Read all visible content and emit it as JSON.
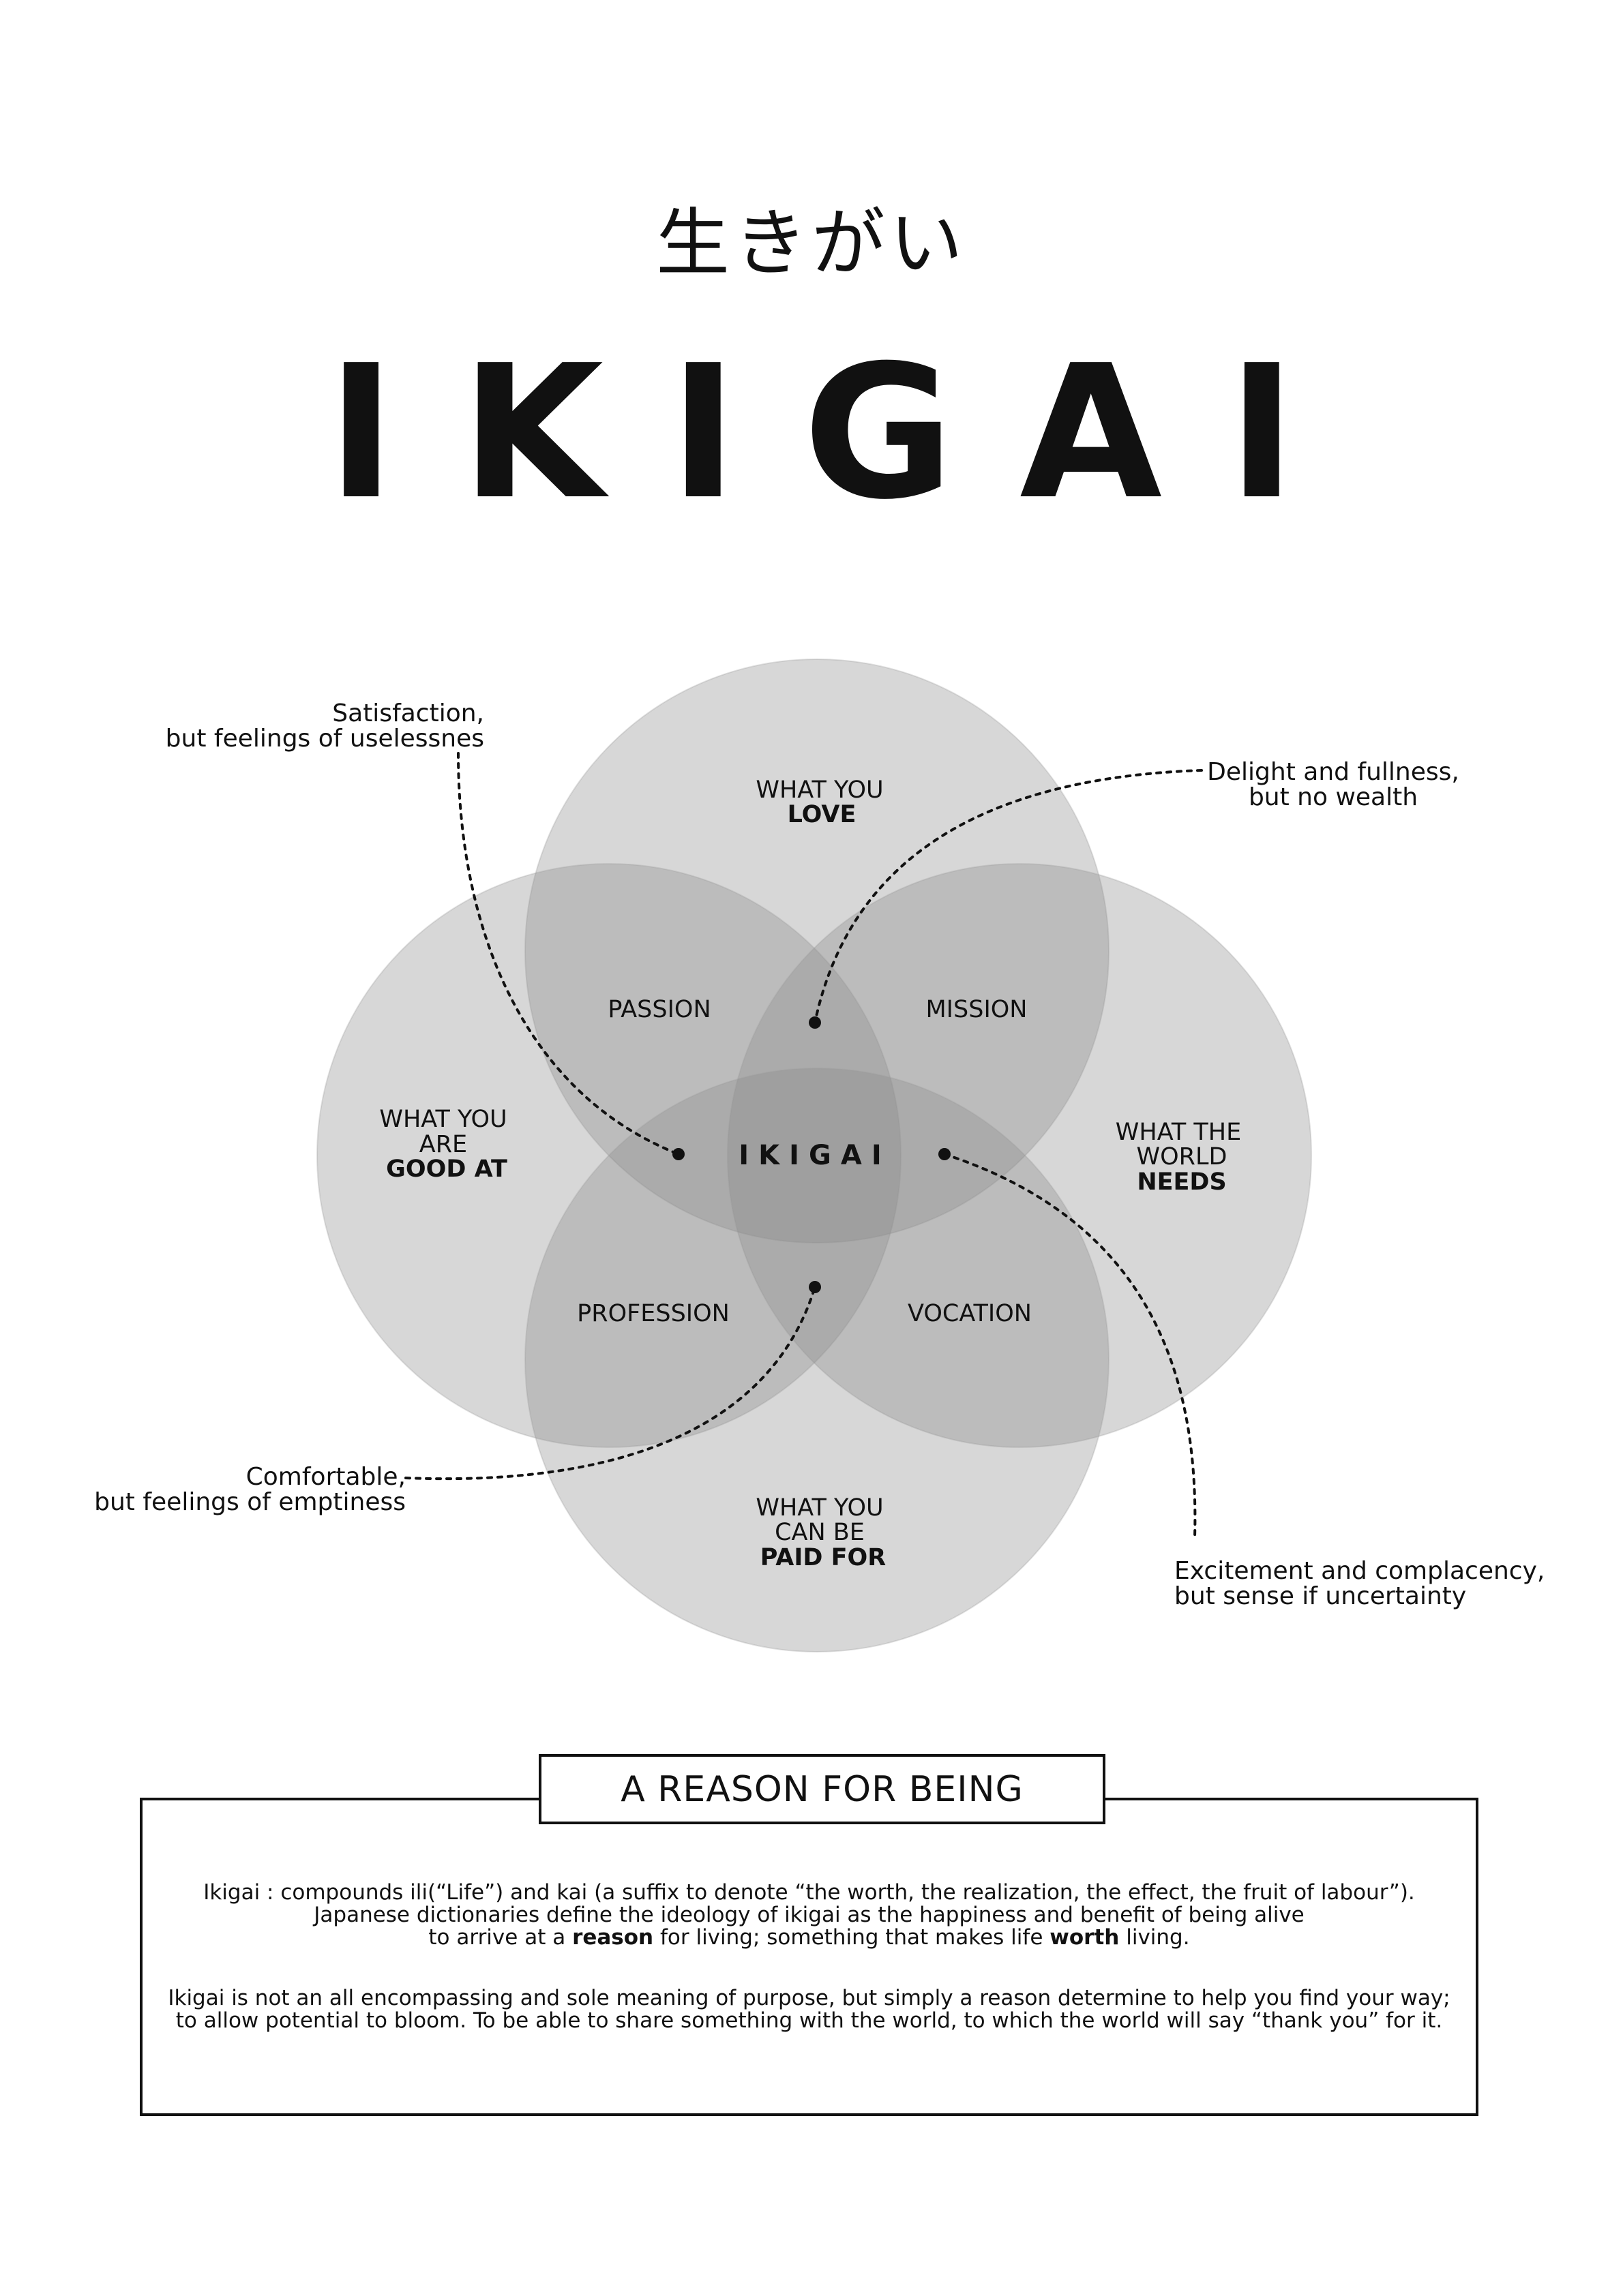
{
  "header": {
    "japanese_title": "生きがい",
    "title": "IKIGAI"
  },
  "diagram": {
    "circles": {
      "love": {
        "line1": "WHAT YOU",
        "line2": "LOVE"
      },
      "good_at": {
        "line1": "WHAT YOU",
        "line2": "ARE",
        "line3": "GOOD AT"
      },
      "world_needs": {
        "line1": "WHAT THE",
        "line2": "WORLD",
        "line3": "NEEDS"
      },
      "paid_for": {
        "line1": "WHAT YOU",
        "line2": "CAN BE",
        "line3": "PAID FOR"
      }
    },
    "overlaps": {
      "passion": "PASSION",
      "mission": "MISSION",
      "profession": "PROFESSION",
      "vocation": "VOCATION",
      "center": "IKIGAI"
    },
    "annotations": {
      "top_left": {
        "line1": "Satisfaction,",
        "line2": "but feelings of uselessnes"
      },
      "top_right": {
        "line1": "Delight and fullness,",
        "line2": "but no wealth"
      },
      "bottom_left": {
        "line1": "Comfortable,",
        "line2": "but feelings of emptiness"
      },
      "bottom_right": {
        "line1": "Excitement and complacency,",
        "line2": "but sense if uncertainty"
      }
    },
    "colors": {
      "circle_fill": "#8a8a8a",
      "text": "#111111"
    }
  },
  "reason_box": {
    "title": "A REASON FOR BEING",
    "paragraph1": {
      "line1": "Ikigai : compounds ili(“Life”) and kai (a suffix to denote “the worth, the realization, the effect, the fruit of labour”).",
      "line2": "Japanese dictionaries define the ideology of ikigai as the happiness and benefit of being alive",
      "line3_pre": "to arrive at a ",
      "line3_bold1": "reason",
      "line3_mid": " for living; something that makes life ",
      "line3_bold2": "worth",
      "line3_post": " living."
    },
    "paragraph2": {
      "line1": "Ikigai is not an all encompassing and sole meaning of purpose, but simply a reason determine to help you find your way;",
      "line2": "to allow potential to bloom. To be able to share something with the world, to which the world will say “thank you” for it."
    }
  }
}
